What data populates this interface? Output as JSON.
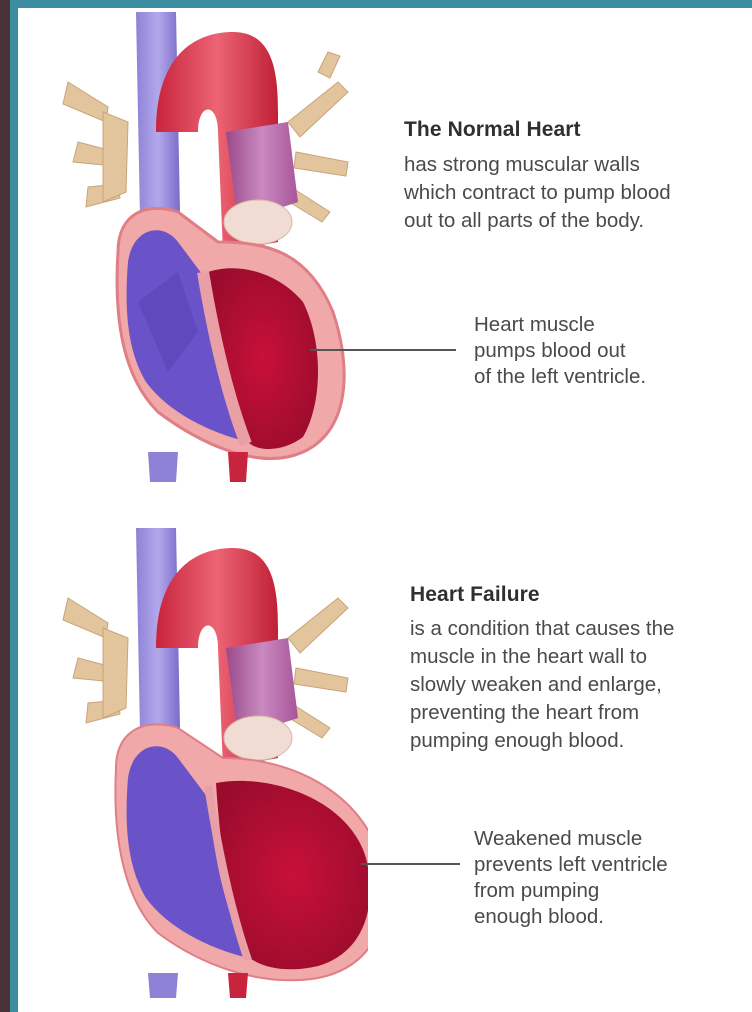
{
  "normal_heart": {
    "title": "The Normal Heart",
    "description": "has strong muscular walls\nwhich contract to pump blood\nout to all parts of the body.",
    "callout": "Heart muscle\npumps blood out\nof the left ventricle."
  },
  "heart_failure": {
    "title": "Heart Failure",
    "description": "is a condition that causes the\nmuscle in the heart wall to\nslowly weaken and enlarge,\npreventing the heart from\npumping enough blood.",
    "callout": "Weakened muscle\nprevents left ventricle\nfrom pumping\nenough blood."
  },
  "colors": {
    "frame": "#3a8ea0",
    "background_left": "#4a3236",
    "oxygenated": "#d8394f",
    "deoxygenated": "#6a55c8",
    "vessels": "#e0c29a",
    "pulmonary_artery": "#b15a9a"
  }
}
